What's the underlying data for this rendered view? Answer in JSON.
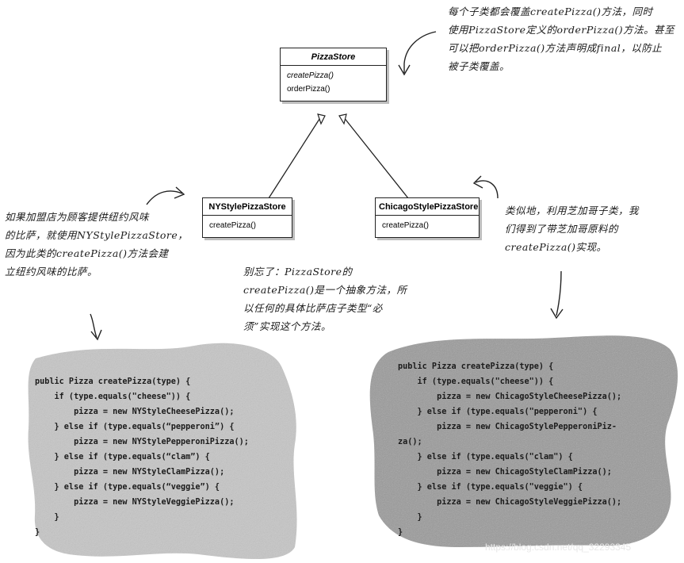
{
  "classes": {
    "pizza_store": {
      "name": "PizzaStore",
      "methods": [
        "createPizza()",
        "orderPizza()"
      ]
    },
    "ny_store": {
      "name": "NYStylePizzaStore",
      "methods": [
        "createPizza()"
      ]
    },
    "chicago_store": {
      "name": "ChicagoStylePizzaStore",
      "methods": [
        "createPizza()"
      ]
    }
  },
  "notes": {
    "top": "每个子类都会覆盖createPizza()方法，同时\n使用PizzaStore定义的orderPizza()方法。甚至\n可以把orderPizza()方法声明成final，以防止\n被子类覆盖。",
    "left": "如果加盟店为顾客提供纽约风味\n的比萨，就使用NYStylePizzaStore，\n因为此类的createPizza()方法会建\n立纽约风味的比萨。",
    "middle": "别忘了：PizzaStore的\ncreatePizza()是一个抽象方法，所\n以任何的具体比萨店子类型“必\n须”实现这个方法。",
    "right": "类似地，利用芝加哥子类，我\n们得到了带芝加哥原料的\ncreatePizza()实现。"
  },
  "code": {
    "ny": "public Pizza createPizza(type) {\n    if (type.equals(\"cheese\")) {\n        pizza = new NYStyleCheesePizza();\n    } else if (type.equals(“pepperoni”) {\n        pizza = new NYStylePepperoniPizza();\n    } else if (type.equals(“clam”) {\n        pizza = new NYStyleClamPizza();\n    } else if (type.equals(“veggie”) {\n        pizza = new NYStyleVeggiePizza();\n    }\n}",
    "chicago": "public Pizza createPizza(type) {\n    if (type.equals(\"cheese\")) {\n        pizza = new ChicagoStyleCheesePizza();\n    } else if (type.equals(\"pepperoni\") {\n        pizza = new ChicagoStylePepperoniPiz-\nza();\n    } else if (type.equals(\"clam\") {\n        pizza = new ChicagoStyleClamPizza();\n    } else if (type.equals(\"veggie\") {\n        pizza = new ChicagoStyleVeggiePizza();\n    }\n}"
  },
  "watermark": "https://blog.csdn.net/qq_32293345",
  "colors": {
    "blob_light": "#c9c9c9",
    "blob_dark": "#9e9e9e",
    "line": "#222222"
  }
}
